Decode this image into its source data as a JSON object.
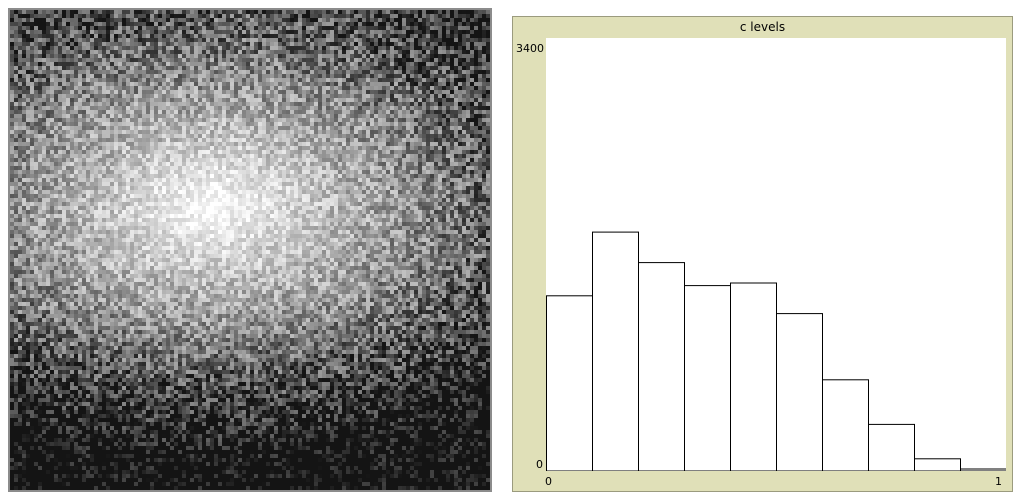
{
  "world": {
    "palette": {
      "bright": "#ffffff",
      "dark": "#141414"
    }
  },
  "plot": {
    "title": "c levels",
    "y_max_label": "3400",
    "y_min_label": "0",
    "x_min_label": "0",
    "x_max_label": "1",
    "colors": {
      "background": "#e0e0b8",
      "bar_stroke": "#000000",
      "bar_fill": "#ffffff"
    }
  },
  "chart_data": {
    "type": "bar",
    "title": "c levels",
    "xlabel": "",
    "ylabel": "",
    "xlim": [
      0,
      1
    ],
    "ylim": [
      0,
      3400
    ],
    "bin_width": 0.1,
    "bin_starts": [
      0,
      0.1,
      0.2,
      0.3,
      0.4,
      0.5,
      0.6,
      0.7,
      0.8,
      0.9
    ],
    "values": [
      1380,
      1880,
      1640,
      1460,
      1480,
      1240,
      720,
      370,
      100,
      20
    ],
    "grid": false,
    "legend": "none"
  }
}
